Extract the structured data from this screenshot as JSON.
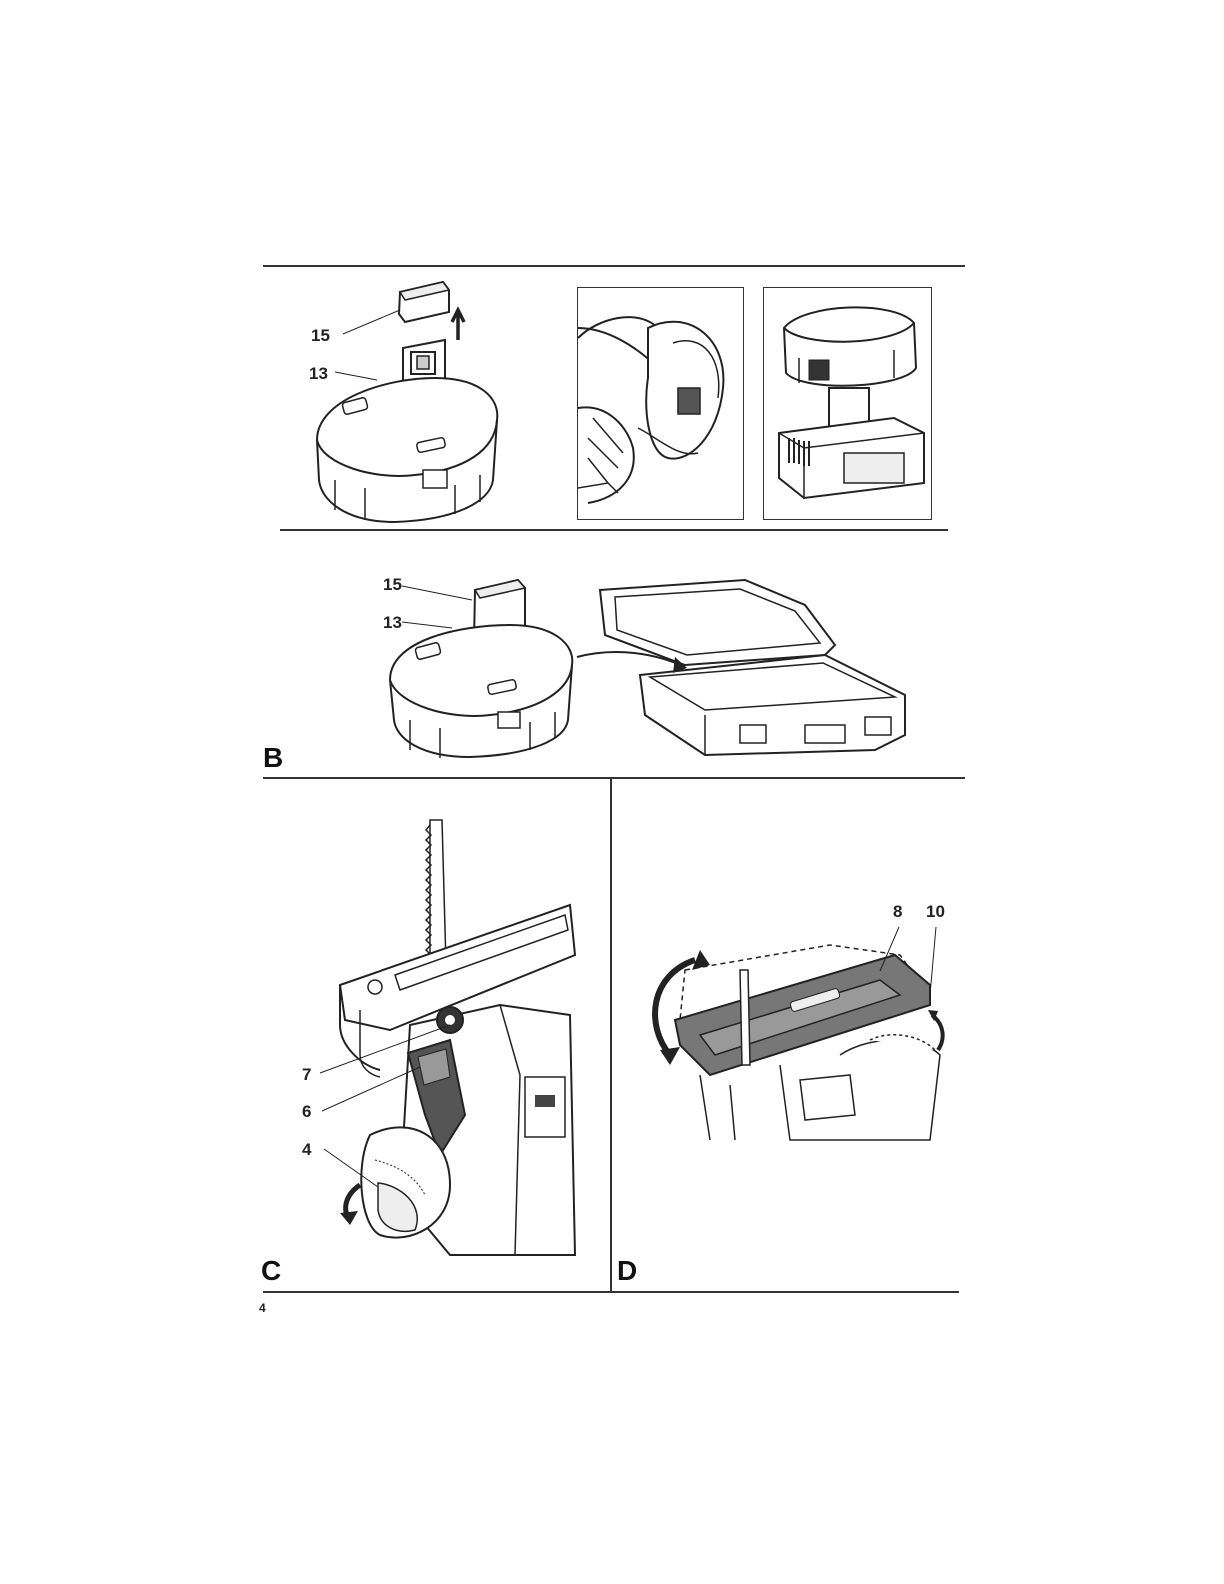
{
  "figure_a": {
    "callouts": {
      "pack_cap": "15",
      "battery": "13"
    },
    "icons": [
      "battery-pack-icon",
      "tool-battery-insert-icon",
      "charger-icon"
    ]
  },
  "figure_b": {
    "letter": "B",
    "callouts": {
      "pack_cap": "15",
      "battery": "13"
    },
    "icons": [
      "battery-pack-icon",
      "storage-case-icon"
    ]
  },
  "figure_c": {
    "letter": "C",
    "callouts": {
      "blade_clamp": "7",
      "lever": "6",
      "dust_blower": "4"
    },
    "icons": [
      "jigsaw-blade-clamp-icon"
    ]
  },
  "figure_d": {
    "letter": "D",
    "callouts": {
      "shoe": "8",
      "screw": "10"
    },
    "icons": [
      "jigsaw-shoe-bevel-icon"
    ]
  },
  "footer": {
    "page_number": "4"
  }
}
